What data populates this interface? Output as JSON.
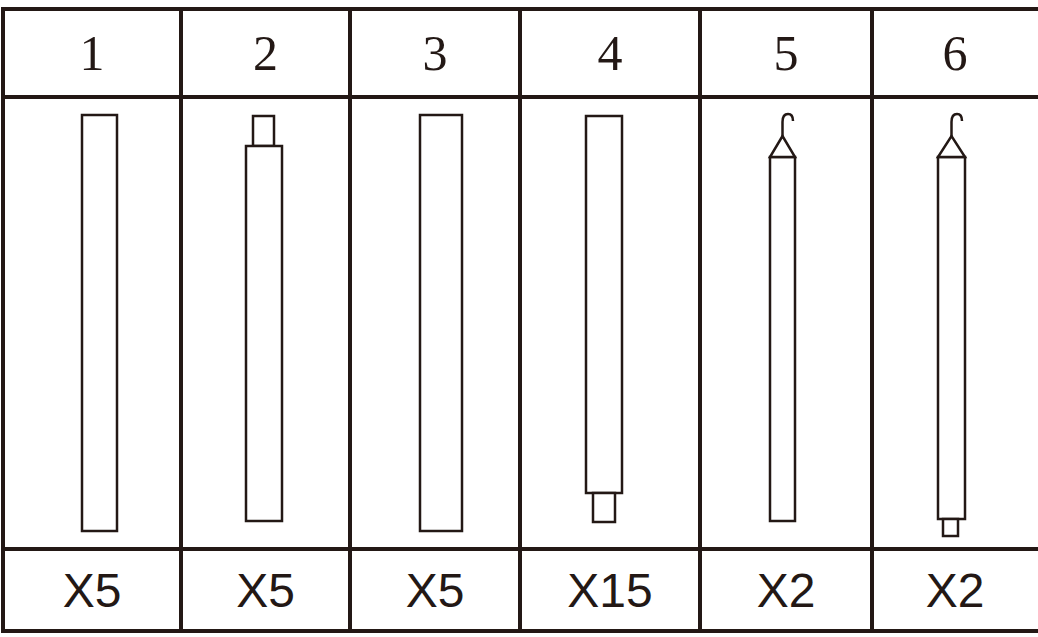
{
  "diagram": {
    "labels": [
      "1",
      "2",
      "3",
      "4",
      "5",
      "6",
      "X5",
      "X5",
      "X5",
      "X15",
      "X2",
      "X2"
    ]
  }
}
